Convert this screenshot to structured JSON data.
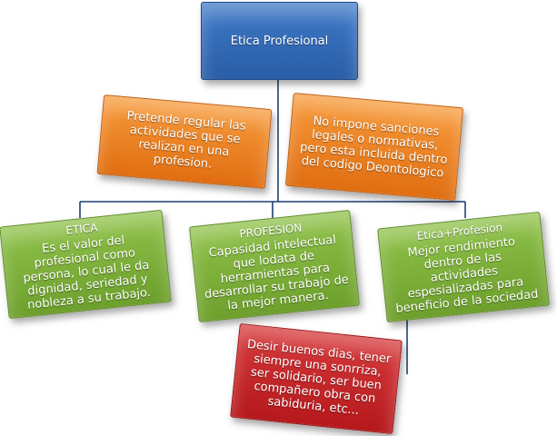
{
  "root": {
    "label": "Etica Profesional"
  },
  "notes": {
    "left": "Pretende regular las actividades  que se realizan en una profesion.",
    "right": "No impone sanciones legales o normativas, pero esta incluida dentro del codigo Deontologico"
  },
  "branches": [
    {
      "title": "ETICA",
      "text": "Es el valor del profesional como persona, lo cual le da dignidad, seriedad y nobleza a su trabajo."
    },
    {
      "title": "PROFESION",
      "text": "Capasidad intelectual que lodata de herramientas para desarrollar su trabajo de la mejor manera."
    },
    {
      "title": "Etica+Profesion",
      "text": "Mejor rendimiento dentro de las actividades espesializadas para beneficio de la sociedad"
    }
  ],
  "example": {
    "text": "Desir buenos dias, tener siempre una sonrriza, ser solidario, ser buen compañero obra con sabiduria, etc..."
  },
  "colors": {
    "root": "#2f67b3",
    "notes": "#ee8324",
    "branches": "#7db13a",
    "example": "#c42325",
    "connector": "#1f3f73"
  }
}
